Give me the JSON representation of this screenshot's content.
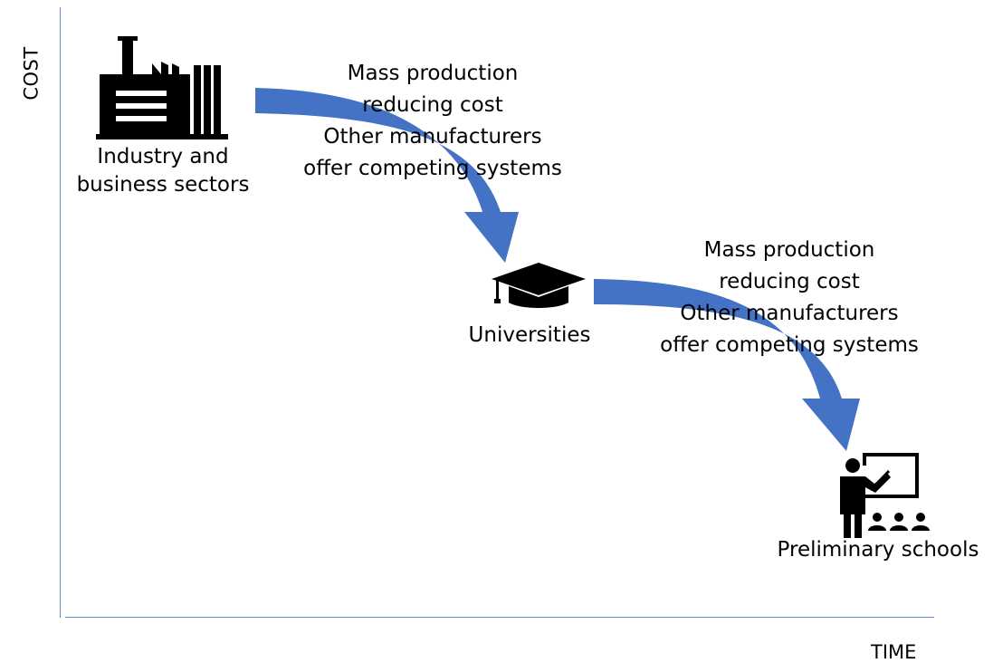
{
  "axes": {
    "y_label": "COST",
    "x_label": "TIME"
  },
  "stages": [
    {
      "id": "industry",
      "icon": "factory-icon",
      "lines": [
        "Industry and",
        "business sectors"
      ]
    },
    {
      "id": "universities",
      "icon": "graduation-cap-icon",
      "lines": [
        "Universities"
      ]
    },
    {
      "id": "schools",
      "icon": "teacher-classroom-icon",
      "lines": [
        "Preliminary schools"
      ]
    }
  ],
  "transitions": [
    {
      "lines": [
        "Mass production",
        "reducing cost",
        "Other manufacturers",
        "offer competing systems"
      ]
    },
    {
      "lines": [
        "Mass production",
        "reducing cost",
        "Other manufacturers",
        "offer competing systems"
      ]
    }
  ],
  "colors": {
    "arrow": "#4472C4",
    "axis": "#5B8FD0",
    "icon": "#000000"
  }
}
